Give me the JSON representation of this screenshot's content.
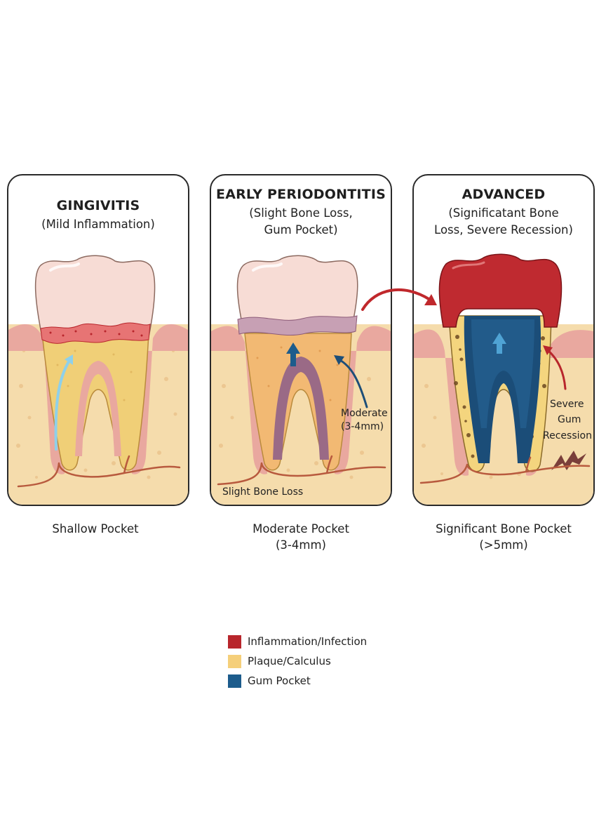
{
  "panels": [
    {
      "title": "GINGIVITIS",
      "subtitle_lines": [
        "(Mild Inflammation)"
      ],
      "caption_lines": [
        "Shallow Pocket"
      ],
      "labels": []
    },
    {
      "title": "EARLY PERIODONTITIS",
      "subtitle_lines": [
        "(Slight Bone Loss,",
        "Gum Pocket)"
      ],
      "caption_lines": [
        "Moderate Pocket",
        "(3-4mm)"
      ],
      "labels": [
        "Moderate",
        "(3-4mm)",
        "Slight Bone Loss"
      ]
    },
    {
      "title": "ADVANCED",
      "subtitle_lines": [
        "(Significatant Bone",
        "Loss, Severe Recession)"
      ],
      "caption_lines": [
        "Significant Bone Pocket",
        "(>5mm)"
      ],
      "labels": [
        "Severe",
        "Gum",
        "Recession"
      ]
    }
  ],
  "legend": [
    {
      "label": "Inflammation/Infection",
      "color": "#b8262c"
    },
    {
      "label": "Plaque/Calculus",
      "color": "#f5cf7a"
    },
    {
      "label": "Gum Pocket",
      "color": "#1d5c8c"
    }
  ],
  "colors": {
    "bone": "#f5dcac",
    "gum": "#e9a89f",
    "enamel": "#f7dcd5",
    "root_dentin": "#f0cf77",
    "nerve": "#b85a3e",
    "inflammation": "#b8262c",
    "pocket": "#1d5c8c",
    "pocket_light": "#8fd0ea"
  }
}
